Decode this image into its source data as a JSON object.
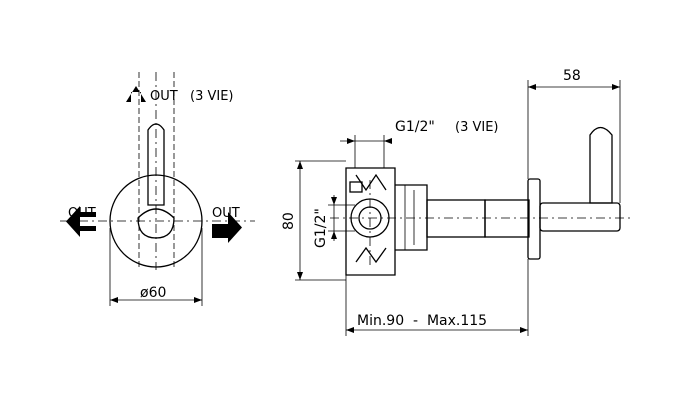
{
  "labels": {
    "out_top": "OUT",
    "three_vie_top": "(3 VIE)",
    "out_left": "OUT",
    "out_right": "OUT",
    "diameter": "ø60",
    "thread_top": "G1/2\"",
    "three_vie_side": "(3 VIE)",
    "thread_vertical": "G1/2\"",
    "height": "80",
    "depth": "58",
    "range": "Min.90  -  Max.115"
  }
}
